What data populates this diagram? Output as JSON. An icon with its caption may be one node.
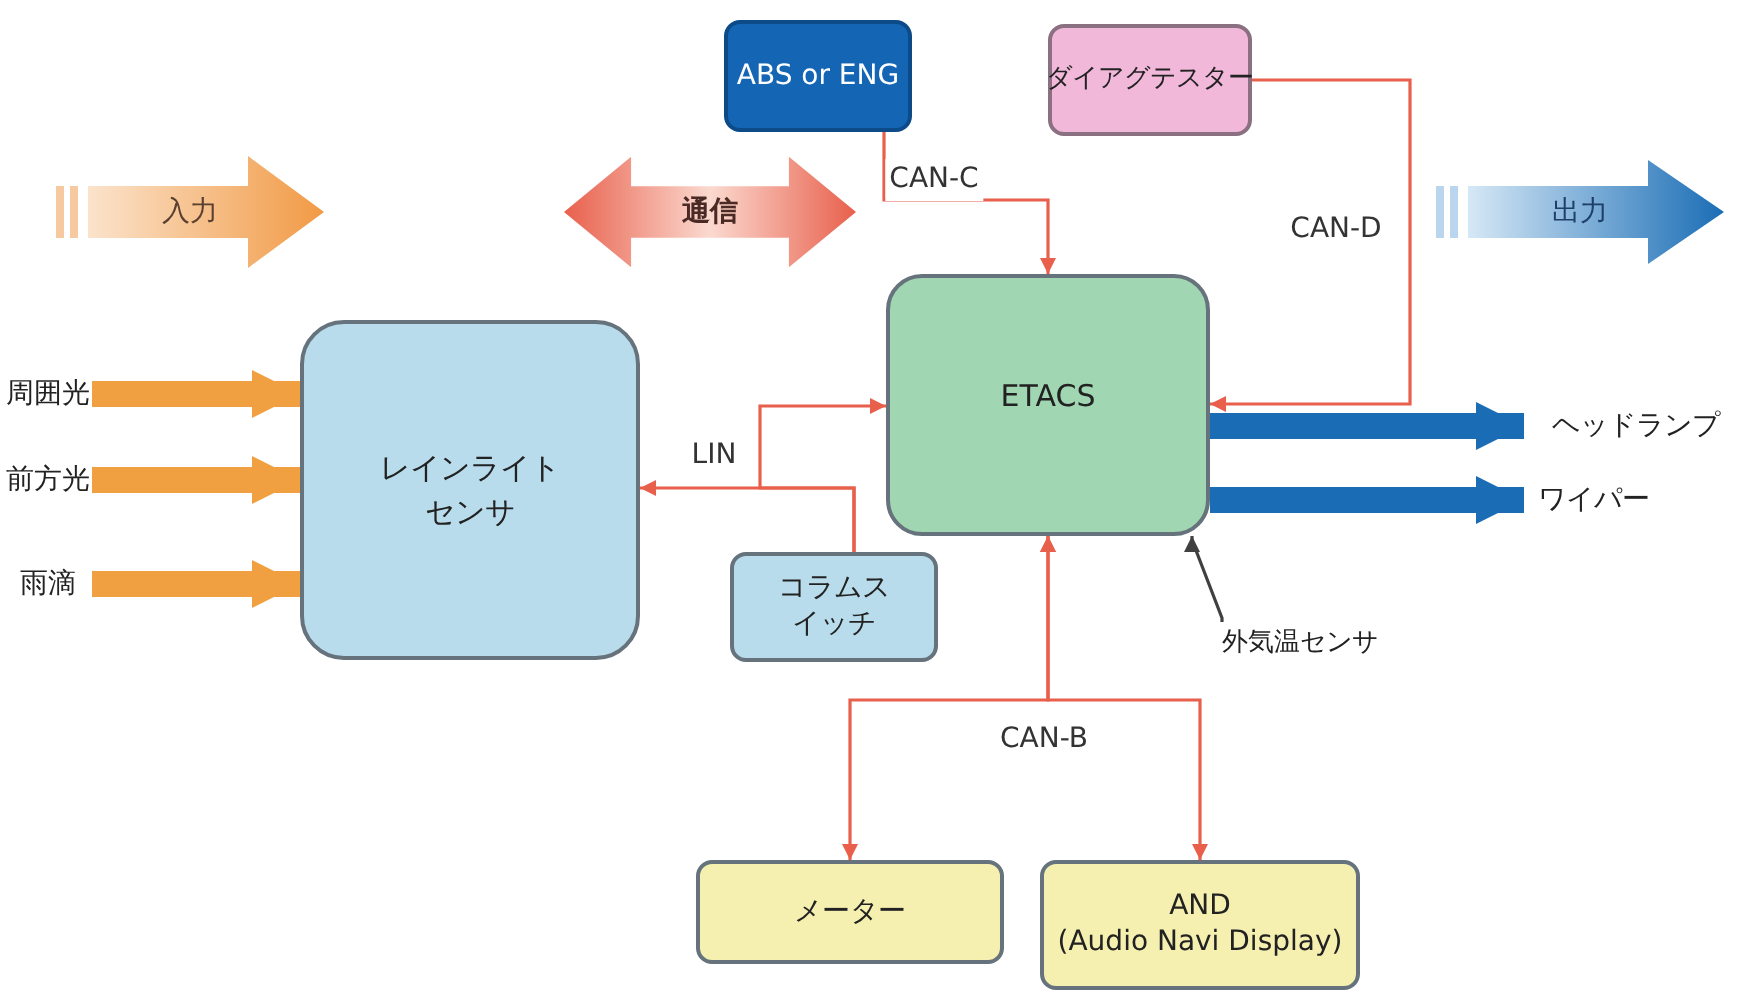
{
  "diagram": {
    "nodes": [
      {
        "text": [
          "入力"
        ]
      },
      {
        "text": [
          "通信"
        ]
      },
      {
        "text": [
          "出力"
        ]
      },
      {
        "text": [
          "ABS or ENG"
        ]
      },
      {
        "text": [
          "ダイアグテスター"
        ]
      },
      {
        "text": [
          "周囲光"
        ]
      },
      {
        "text": [
          "前方光"
        ]
      },
      {
        "text": [
          "雨滴"
        ]
      },
      {
        "text": [
          "レインライトセンサ"
        ]
      },
      {
        "text": [
          "ETACS"
        ]
      },
      {
        "text": [
          "ヘッドランプ"
        ]
      },
      {
        "text": [
          "ワイパー"
        ]
      },
      {
        "text": [
          "コラムスイッチ"
        ]
      },
      {
        "text": [
          "外気温センサ"
        ]
      },
      {
        "text": [
          "メーター"
        ]
      },
      {
        "text": [
          "AND",
          "(Audio Navi Display)"
        ]
      }
    ],
    "edges": [
      {
        "from": 3,
        "to": 9,
        "arrow": "to",
        "label": "CAN-C"
      },
      {
        "from": 4,
        "to": 9,
        "arrow": "to",
        "label": "CAN-D"
      },
      {
        "from": 12,
        "to": 9,
        "arrow": "to",
        "label": "LIN"
      },
      {
        "from": 12,
        "to": 8,
        "arrow": "to"
      },
      {
        "from": 9,
        "to": 14,
        "arrow": "both",
        "label": "CAN-B"
      },
      {
        "from": 9,
        "to": 15,
        "arrow": "both"
      },
      {
        "from": 5,
        "to": 8,
        "arrow": "to",
        "style": "thick",
        "color": "#f0a040"
      },
      {
        "from": 6,
        "to": 8,
        "arrow": "to",
        "style": "thick",
        "color": "#f0a040"
      },
      {
        "from": 7,
        "to": 8,
        "arrow": "to",
        "style": "thick",
        "color": "#f0a040"
      },
      {
        "from": 9,
        "to": 10,
        "arrow": "to",
        "style": "thick",
        "color": "#1a6db5"
      },
      {
        "from": 9,
        "to": 11,
        "arrow": "to",
        "style": "thick",
        "color": "#1a6db5"
      },
      {
        "from": 13,
        "to": 9,
        "arrow": "to",
        "color": "#404040"
      }
    ]
  }
}
